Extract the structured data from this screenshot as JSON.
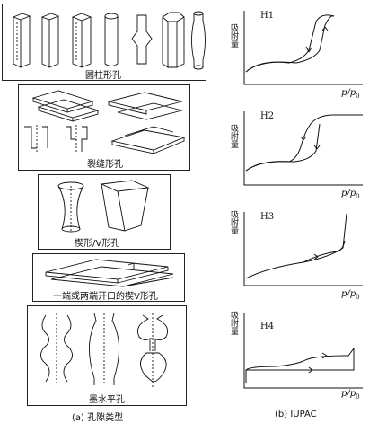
{
  "left_panel": {
    "caption": "(a) 孔隙类型",
    "boxes": [
      {
        "label": "圆柱形孔"
      },
      {
        "label": "裂缝形孔"
      },
      {
        "label": "楔形/V形孔"
      },
      {
        "label": "一端或两端开口的楔V形孔"
      },
      {
        "label": "墨水平孔"
      }
    ]
  },
  "right_panel": {
    "caption": "(b) IUPAC",
    "plots": [
      {
        "title": "H1",
        "ylabel": "吸附量",
        "xlabel_main": "p/p",
        "xlabel_sub": "0"
      },
      {
        "title": "H2",
        "ylabel": "吸附量",
        "xlabel_main": "p/p",
        "xlabel_sub": "0"
      },
      {
        "title": "H3",
        "ylabel": "吸附量",
        "xlabel_main": "p/p",
        "xlabel_sub": "0"
      },
      {
        "title": "H4",
        "ylabel": "吸附量",
        "xlabel_main": "p/p",
        "xlabel_sub": "0"
      }
    ]
  }
}
